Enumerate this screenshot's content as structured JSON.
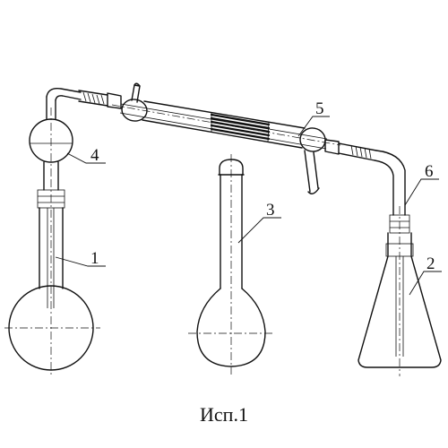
{
  "diagram": {
    "labels": {
      "flask_1": "1",
      "flask_2": "2",
      "flask_3": "3",
      "trap_4": "4",
      "condenser_5": "5",
      "adapter_6": "6"
    },
    "caption": "Исп.1"
  }
}
